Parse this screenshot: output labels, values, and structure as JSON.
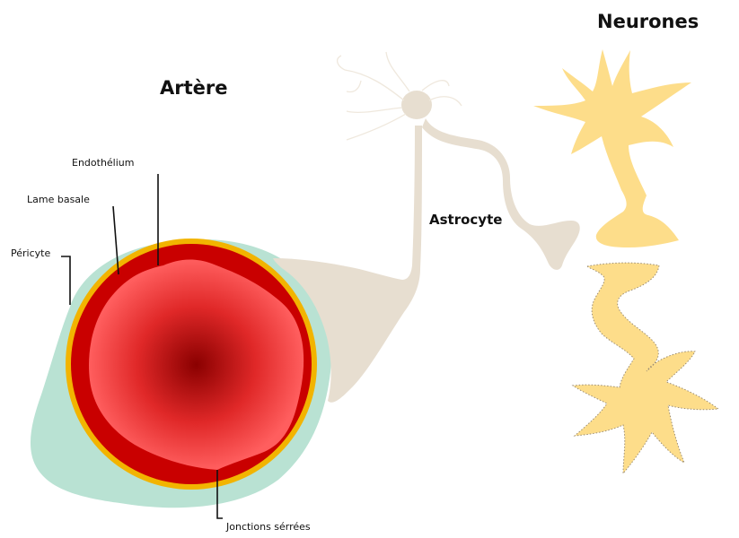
{
  "titles": {
    "artery": "Artère",
    "neurons": "Neurones",
    "astrocyte": "Astrocyte"
  },
  "labels": {
    "endothelium": "Endothélium",
    "basal_lamina": "Lame basale",
    "pericyte": "Péricyte",
    "tight_junctions": "Jonctions sérrées"
  },
  "colors": {
    "background": "#ffffff",
    "pericyte": "#b9e2d3",
    "basal_lamina": "#f2b400",
    "endothelium_outer": "#c90000",
    "lumen_light": "#ff5e5e",
    "lumen_dark": "#8a0000",
    "astrocyte": "#e7ded0",
    "neuron": "#fddd8a",
    "leader_line": "#111111"
  }
}
